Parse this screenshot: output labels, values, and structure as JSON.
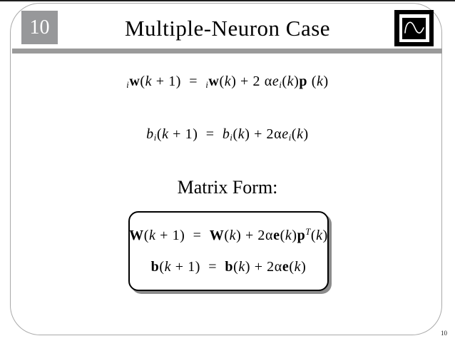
{
  "slide": {
    "number_badge": "10",
    "title": "Multiple-Neuron Case",
    "matrix_form_label": "Matrix Form:",
    "page_number": "10"
  },
  "colors": {
    "badge_bg": "#97989a",
    "header_bar": "#9a9a9a",
    "border": "#a9a9a9",
    "box_shadow": "#8c8c8c",
    "top_line": "#1f1f1f",
    "logo_bg": "#000000",
    "logo_curve": "#ffffff"
  },
  "icons": {
    "logo": "sine-wave-logo"
  },
  "equations": {
    "weight_update": {
      "tokens": [
        {
          "t": "i",
          "s": "presub"
        },
        {
          "t": "w",
          "s": "b"
        },
        {
          "t": "(",
          "s": "n"
        },
        {
          "t": "k",
          "s": "i"
        },
        {
          "t": " + 1",
          "s": "n"
        },
        {
          "t": ")",
          "s": "n"
        },
        {
          "t": "  =  ",
          "s": "n"
        },
        {
          "t": "i",
          "s": "presub"
        },
        {
          "t": "w",
          "s": "b"
        },
        {
          "t": "(",
          "s": "n"
        },
        {
          "t": "k",
          "s": "i"
        },
        {
          "t": ") + 2 ",
          "s": "n"
        },
        {
          "t": "α",
          "s": "n"
        },
        {
          "t": "e",
          "s": "i"
        },
        {
          "t": "i",
          "s": "sub"
        },
        {
          "t": "(",
          "s": "n"
        },
        {
          "t": "k",
          "s": "i"
        },
        {
          "t": ")",
          "s": "n"
        },
        {
          "t": "p",
          "s": "b"
        },
        {
          "t": " (",
          "s": "n"
        },
        {
          "t": "k",
          "s": "i"
        },
        {
          "t": ")",
          "s": "n"
        }
      ]
    },
    "bias_update": {
      "tokens": [
        {
          "t": "b",
          "s": "i"
        },
        {
          "t": "i",
          "s": "sub"
        },
        {
          "t": "(",
          "s": "n"
        },
        {
          "t": "k",
          "s": "i"
        },
        {
          "t": " + 1",
          "s": "n"
        },
        {
          "t": ")",
          "s": "n"
        },
        {
          "t": "  =  ",
          "s": "n"
        },
        {
          "t": "b",
          "s": "i"
        },
        {
          "t": "i",
          "s": "sub"
        },
        {
          "t": "(",
          "s": "n"
        },
        {
          "t": "k",
          "s": "i"
        },
        {
          "t": ") + 2",
          "s": "n"
        },
        {
          "t": "α",
          "s": "n"
        },
        {
          "t": "e",
          "s": "i"
        },
        {
          "t": "i",
          "s": "sub"
        },
        {
          "t": "(",
          "s": "n"
        },
        {
          "t": "k",
          "s": "i"
        },
        {
          "t": ")",
          "s": "n"
        }
      ]
    },
    "matrix_weight_update": {
      "tokens": [
        {
          "t": "W",
          "s": "b"
        },
        {
          "t": "(",
          "s": "n"
        },
        {
          "t": "k",
          "s": "i"
        },
        {
          "t": " + 1",
          "s": "n"
        },
        {
          "t": ")",
          "s": "n"
        },
        {
          "t": "  =  ",
          "s": "n"
        },
        {
          "t": "W",
          "s": "b"
        },
        {
          "t": "(",
          "s": "n"
        },
        {
          "t": "k",
          "s": "i"
        },
        {
          "t": ") + 2",
          "s": "n"
        },
        {
          "t": "α",
          "s": "n"
        },
        {
          "t": "e",
          "s": "b"
        },
        {
          "t": "(",
          "s": "n"
        },
        {
          "t": "k",
          "s": "i"
        },
        {
          "t": ")",
          "s": "n"
        },
        {
          "t": "p",
          "s": "b"
        },
        {
          "t": "T",
          "s": "sup"
        },
        {
          "t": "(",
          "s": "n"
        },
        {
          "t": "k",
          "s": "i"
        },
        {
          "t": ")",
          "s": "n"
        }
      ]
    },
    "matrix_bias_update": {
      "tokens": [
        {
          "t": "b",
          "s": "b"
        },
        {
          "t": "(",
          "s": "n"
        },
        {
          "t": "k",
          "s": "i"
        },
        {
          "t": " + 1",
          "s": "n"
        },
        {
          "t": ")",
          "s": "n"
        },
        {
          "t": "  =  ",
          "s": "n"
        },
        {
          "t": "b",
          "s": "b"
        },
        {
          "t": "(",
          "s": "n"
        },
        {
          "t": "k",
          "s": "i"
        },
        {
          "t": ") + 2",
          "s": "n"
        },
        {
          "t": "α",
          "s": "n"
        },
        {
          "t": "e",
          "s": "b"
        },
        {
          "t": "(",
          "s": "n"
        },
        {
          "t": "k",
          "s": "i"
        },
        {
          "t": ")",
          "s": "n"
        }
      ]
    }
  }
}
